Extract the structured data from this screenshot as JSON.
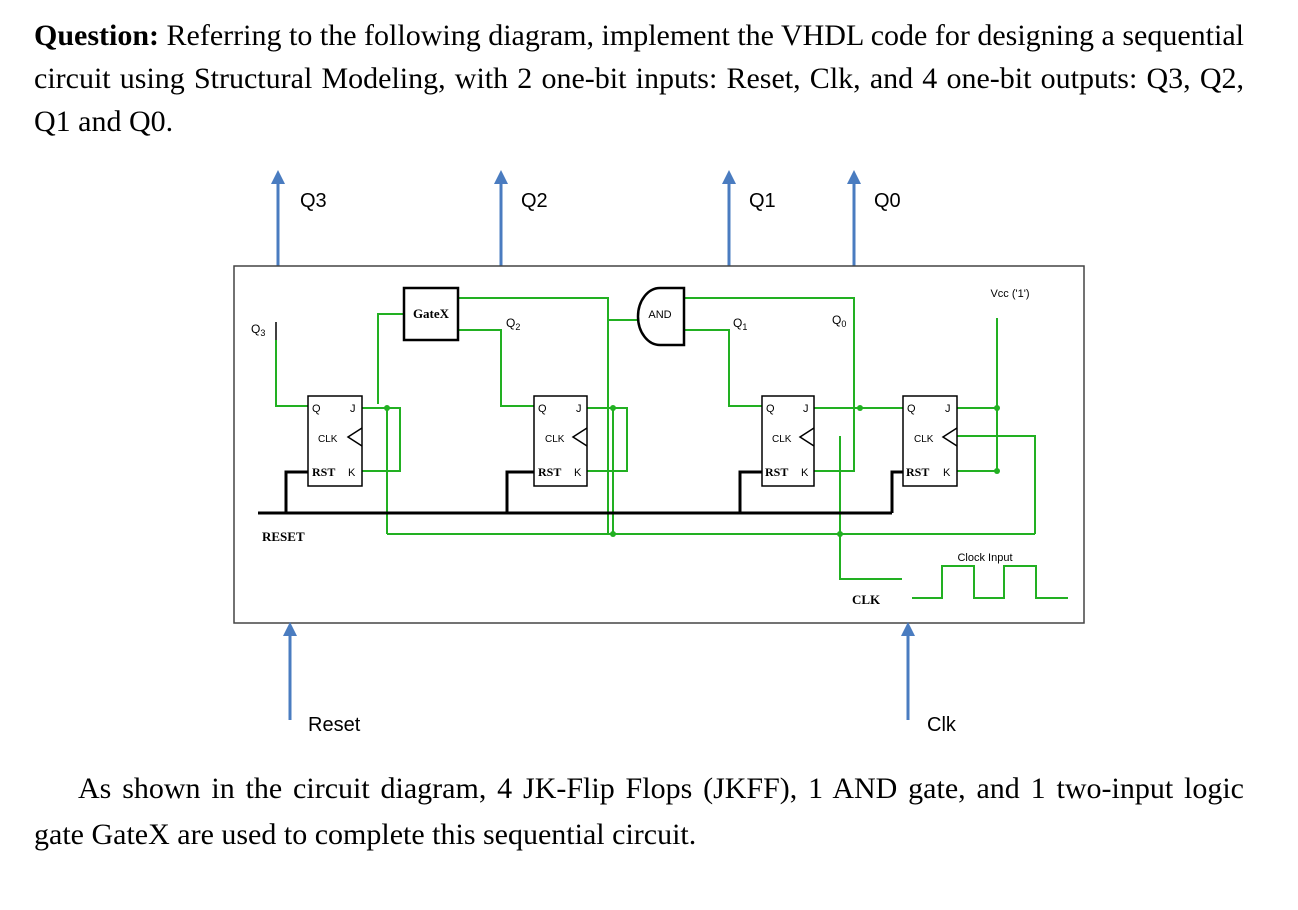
{
  "question": {
    "lead": "Question:",
    "text": " Referring to the following diagram, implement the VHDL code for designing a sequential circuit using Structural Modeling, with 2 one-bit inputs: Reset, Clk, and 4 one-bit outputs: Q3, Q2, Q1 and Q0."
  },
  "outputs": [
    "Q3",
    "Q2",
    "Q1",
    "Q0"
  ],
  "inputs": {
    "reset": "Reset",
    "clk": "Clk"
  },
  "diagram": {
    "gatex": "GateX",
    "and": "AND",
    "vcc": "Vcc ('1')",
    "reset_label": "RESET",
    "clk_label": "CLK",
    "clock_input": "Clock Input",
    "q3_in": "Q",
    "q3_sub": "3",
    "q2_in": "Q",
    "q2_sub": "2",
    "q1_in": "Q",
    "q1_sub": "1",
    "q0_in": "Q",
    "q0_sub": "0",
    "ff": {
      "q": "Q",
      "j": "J",
      "clk": "CLK",
      "rst": "RST",
      "k": "K"
    }
  },
  "answer": "As shown in the circuit diagram, 4 JK-Flip Flops (JKFF), 1 AND gate, and 1 two-input logic gate GateX are used to complete this sequential circuit."
}
